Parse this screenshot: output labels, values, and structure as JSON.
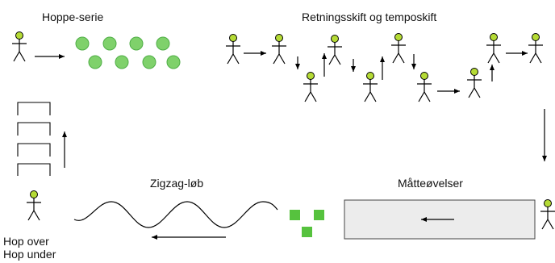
{
  "labels": {
    "hoppe_serie": "Hoppe-serie",
    "retning": "Retningsskift og temposkift",
    "zigzag": "Zigzag-løb",
    "maatte": "Måtteøvelser",
    "hop_over": "Hop over",
    "hop_under": "Hop under"
  },
  "colors": {
    "stroke": "#000000",
    "head_fill": "#b5db35",
    "circle_fill": "#7fd16b",
    "circle_stroke": "#4fae46",
    "square_fill": "#56c23e",
    "mat_fill": "#ececec",
    "mat_stroke": "#444444"
  }
}
